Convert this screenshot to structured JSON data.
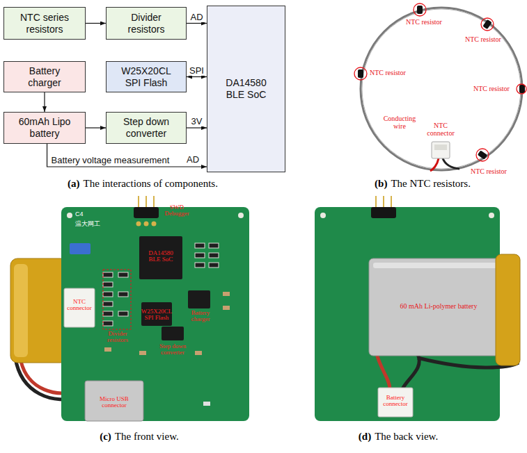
{
  "diagram": {
    "nodes": [
      {
        "text": [
          "NTC series resistors"
        ]
      },
      {
        "text": [
          "Divider resistors"
        ]
      },
      {
        "text": [
          "DA14580 BLE SoC"
        ]
      },
      {
        "text": [
          "Battery charger"
        ]
      },
      {
        "text": [
          "W25X20CL SPI Flash"
        ]
      },
      {
        "text": [
          "60mAh Lipo battery"
        ]
      },
      {
        "text": [
          "Step down converter"
        ]
      }
    ],
    "edges": [
      {
        "from": 0,
        "to": 1,
        "arrow": "to"
      },
      {
        "from": 1,
        "to": 2,
        "label": "AD",
        "arrow": "to"
      },
      {
        "from": 4,
        "to": 2,
        "label": "SPI",
        "arrow": "both"
      },
      {
        "from": 3,
        "to": 5,
        "arrow": "to"
      },
      {
        "from": 5,
        "to": 6,
        "arrow": "to"
      },
      {
        "from": 6,
        "to": 2,
        "label": "3V",
        "arrow": "to"
      },
      {
        "from": 5,
        "to": 2,
        "label": "Battery voltage measurement",
        "arrow": "to"
      }
    ],
    "labels": [
      "AD",
      "(a)",
      "The interactions of components.",
      "NTC resistor",
      "NTC resistor",
      "NTC resistor",
      "NTC resistor",
      "Conducting wire",
      "NTC connector",
      "NTC resistor",
      "(b)",
      "The NTC resistors.",
      "SWD Debugger",
      "C4",
      "温大网工",
      "NTC connector",
      "DA14580 BLE SoC",
      "Divider resistors",
      "W25X20CL SPI Flash",
      "Battery charger",
      "Step down converter",
      "Micro USB connector",
      "(c)",
      "The front view.",
      "60 mAh Li-polymer battery",
      "Battery connector",
      "(d)",
      "The back view."
    ]
  }
}
